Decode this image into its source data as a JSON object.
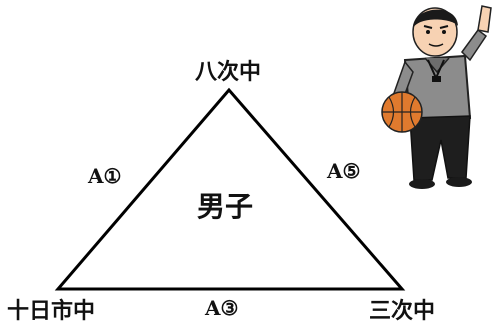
{
  "diagram": {
    "center_label": "男子",
    "nodes": {
      "top": "八次中",
      "bottom_left": "十日市中",
      "bottom_right": "三次中"
    },
    "edges": {
      "left": "A①",
      "right": "A⑤",
      "bottom": "A③"
    }
  },
  "illustration": {
    "name": "referee-with-basketball",
    "colors": {
      "shirt": "#8c8c8c",
      "pants": "#1e1e1e",
      "ball": "#e07a2e",
      "skin": "#f7d2b3",
      "hair": "#1a1a1a"
    }
  }
}
